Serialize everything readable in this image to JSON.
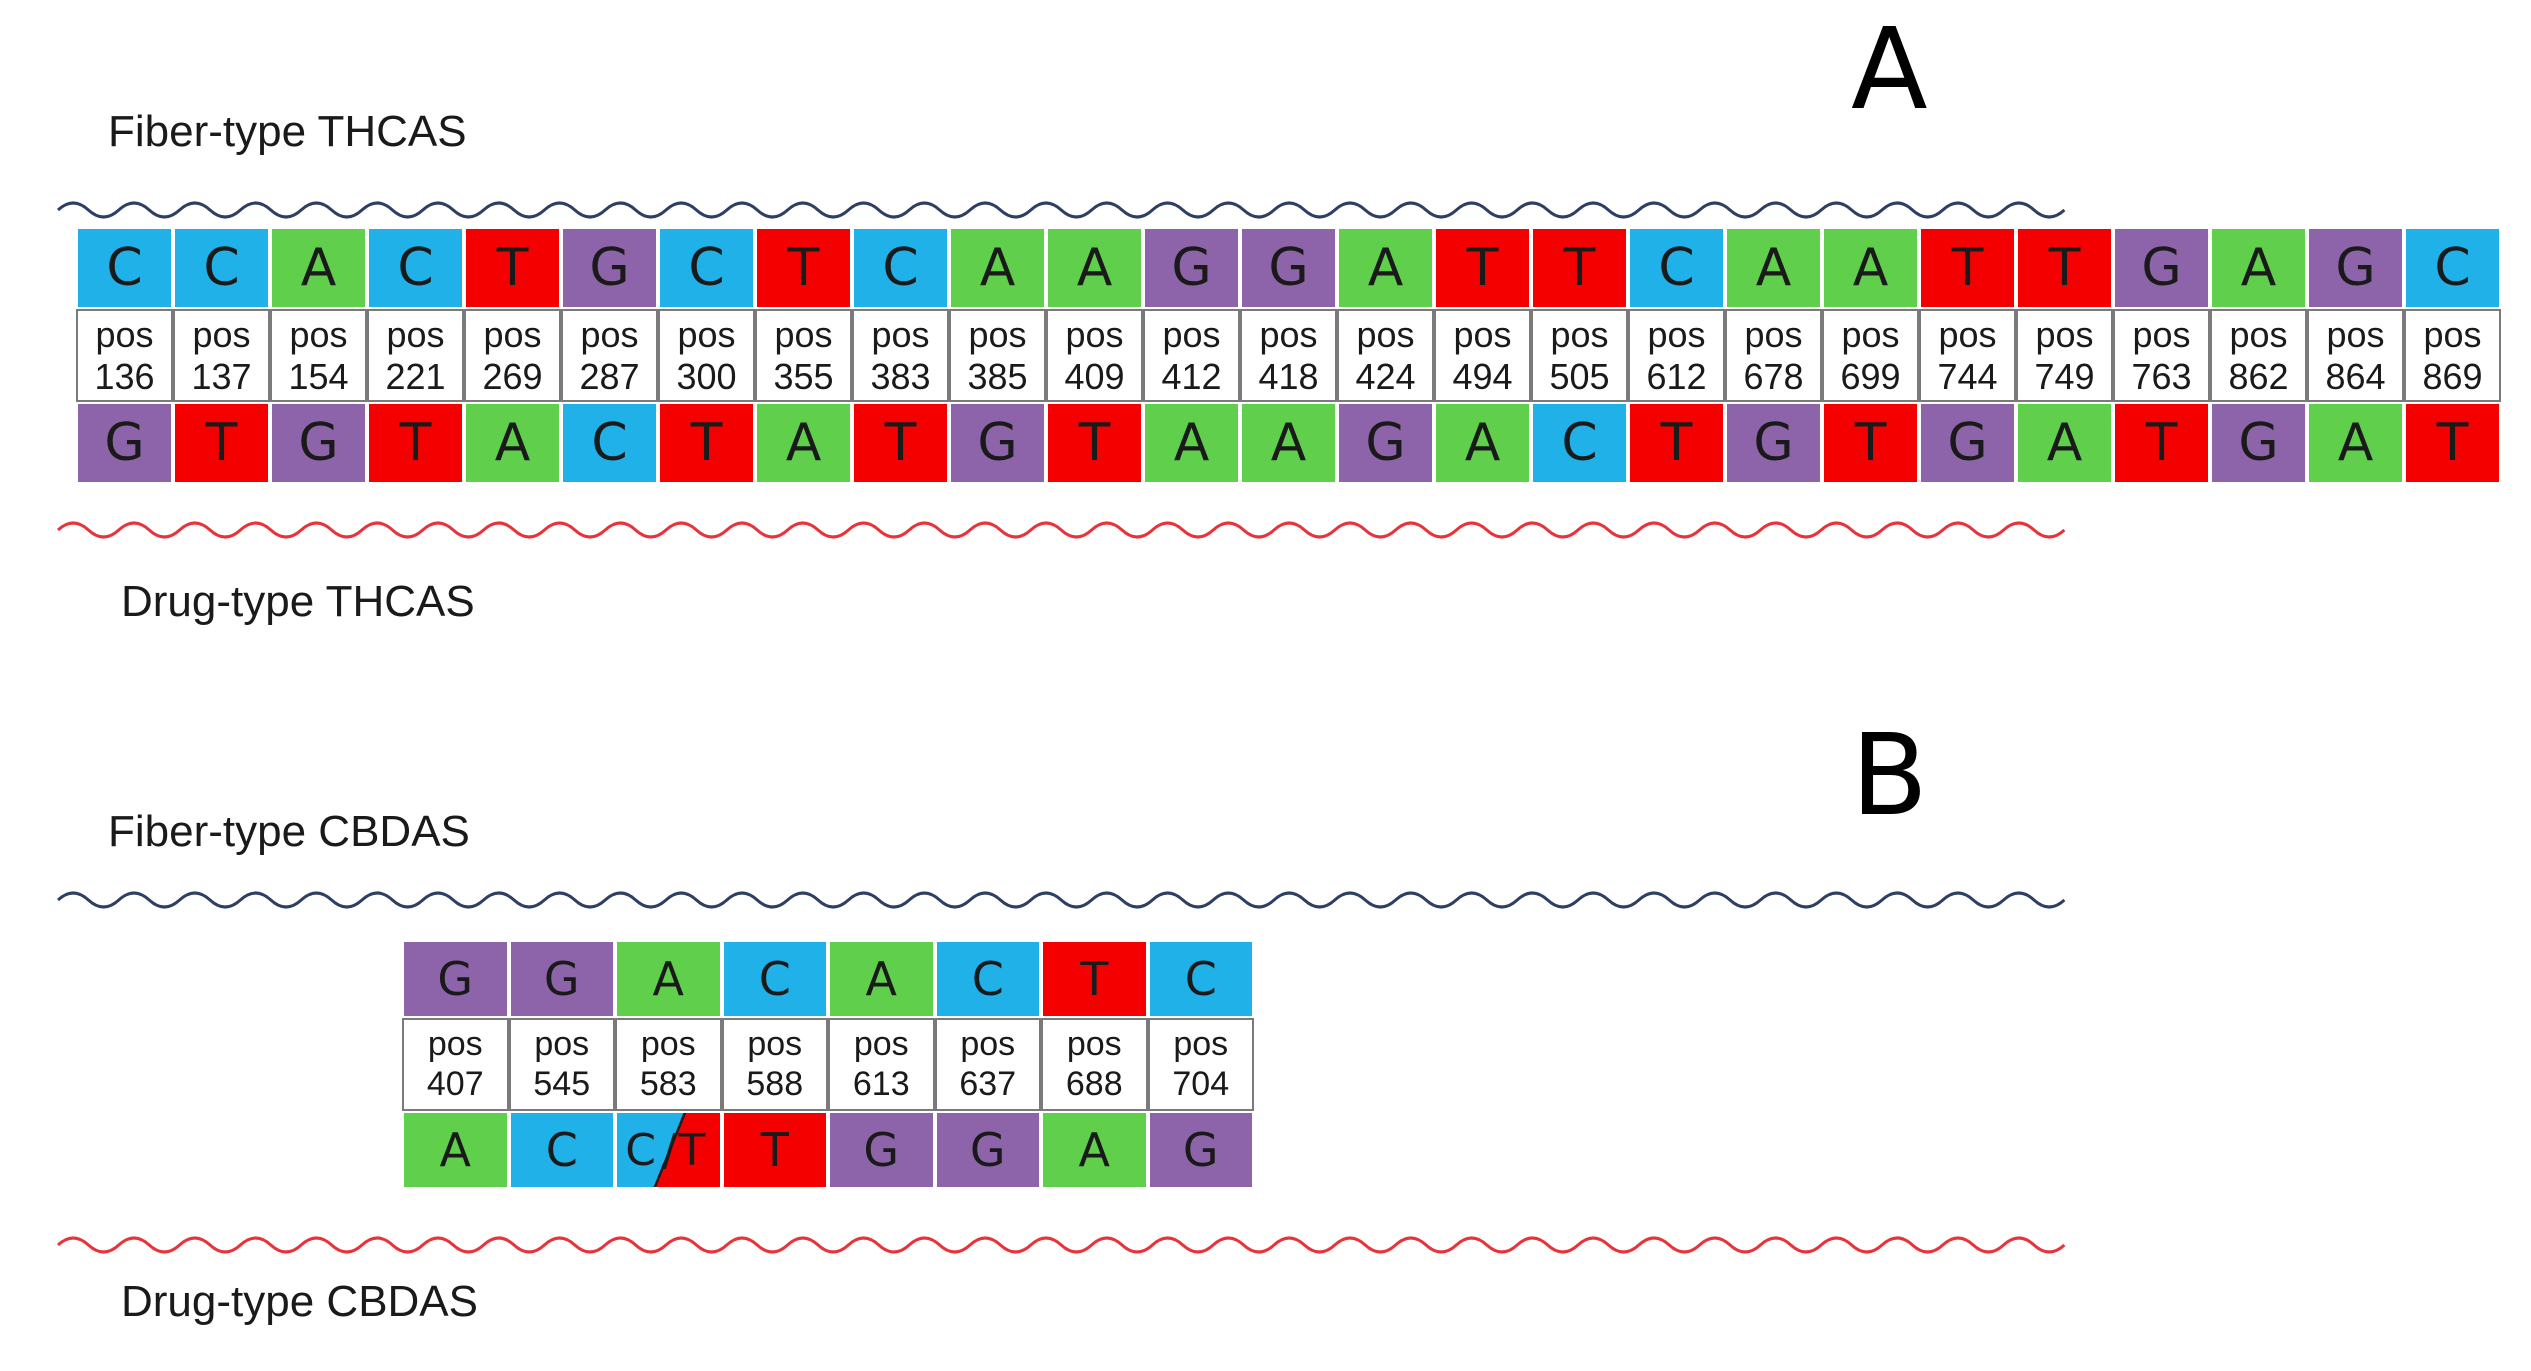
{
  "colors": {
    "A": "#5fcf4c",
    "C": "#1fb1e8",
    "G": "#8d64a9",
    "T": "#f40000",
    "fiber_wave": "#2d3f62",
    "drug_wave": "#e8333a"
  },
  "panel_a": {
    "letter": "A",
    "fiber_label": "Fiber-type THCAS",
    "drug_label": "Drug-type THCAS",
    "fiber_bases": [
      "C",
      "C",
      "A",
      "C",
      "T",
      "G",
      "C",
      "T",
      "C",
      "A",
      "A",
      "G",
      "G",
      "A",
      "T",
      "T",
      "C",
      "A",
      "A",
      "T",
      "T",
      "G",
      "A",
      "G",
      "C"
    ],
    "positions": [
      {
        "word": "pos",
        "num": "136"
      },
      {
        "word": "pos",
        "num": "137"
      },
      {
        "word": "pos",
        "num": "154"
      },
      {
        "word": "pos",
        "num": "221"
      },
      {
        "word": "pos",
        "num": "269"
      },
      {
        "word": "pos",
        "num": "287"
      },
      {
        "word": "pos",
        "num": "300"
      },
      {
        "word": "pos",
        "num": "355"
      },
      {
        "word": "pos",
        "num": "383"
      },
      {
        "word": "pos",
        "num": "385"
      },
      {
        "word": "pos",
        "num": "409"
      },
      {
        "word": "pos",
        "num": "412"
      },
      {
        "word": "pos",
        "num": "418"
      },
      {
        "word": "pos",
        "num": "424"
      },
      {
        "word": "pos",
        "num": "494"
      },
      {
        "word": "pos",
        "num": "505"
      },
      {
        "word": "pos",
        "num": "612"
      },
      {
        "word": "pos",
        "num": "678"
      },
      {
        "word": "pos",
        "num": "699"
      },
      {
        "word": "pos",
        "num": "744"
      },
      {
        "word": "pos",
        "num": "749"
      },
      {
        "word": "pos",
        "num": "763"
      },
      {
        "word": "pos",
        "num": "862"
      },
      {
        "word": "pos",
        "num": "864"
      },
      {
        "word": "pos",
        "num": "869"
      }
    ],
    "drug_bases": [
      "G",
      "T",
      "G",
      "T",
      "A",
      "C",
      "T",
      "A",
      "T",
      "G",
      "T",
      "A",
      "A",
      "G",
      "A",
      "C",
      "T",
      "G",
      "T",
      "G",
      "A",
      "T",
      "G",
      "A",
      "T"
    ]
  },
  "panel_b": {
    "letter": "B",
    "fiber_label": "Fiber-type CBDAS",
    "drug_label": "Drug-type CBDAS",
    "fiber_bases": [
      "G",
      "G",
      "A",
      "C",
      "A",
      "C",
      "T",
      "C"
    ],
    "positions": [
      {
        "word": "pos",
        "num": "407"
      },
      {
        "word": "pos",
        "num": "545"
      },
      {
        "word": "pos",
        "num": "583"
      },
      {
        "word": "pos",
        "num": "588"
      },
      {
        "word": "pos",
        "num": "613"
      },
      {
        "word": "pos",
        "num": "637"
      },
      {
        "word": "pos",
        "num": "688"
      },
      {
        "word": "pos",
        "num": "704"
      }
    ],
    "drug_bases": [
      "A",
      "C",
      "C/T",
      "T",
      "G",
      "G",
      "A",
      "G"
    ]
  }
}
